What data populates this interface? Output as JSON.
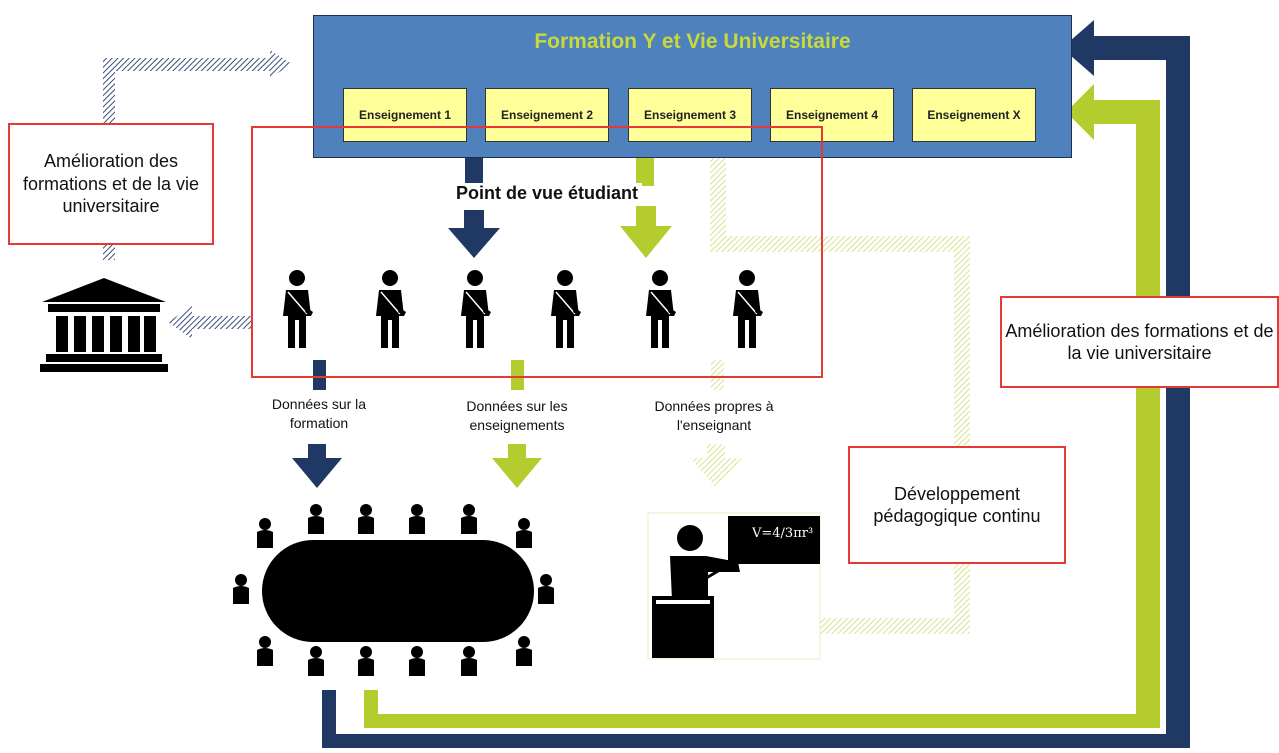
{
  "banner": {
    "title": "Formation Y et Vie Universitaire",
    "courses": [
      "Enseignement 1",
      "Enseignement 2",
      "Enseignement 3",
      "Enseignement 4",
      "Enseignement X"
    ]
  },
  "labels": {
    "left_improvement": "Amélioration des formations et de la vie universitaire",
    "right_improvement": "Amélioration des formations et de la vie universitaire",
    "student_view": "Point de vue étudiant",
    "data_program": "Données sur la formation",
    "data_courses": "Données sur les enseignements",
    "data_teacher": "Données propres à l'enseignant",
    "pedagogical_dev": "Développement pédagogique continu",
    "formula": "V=4/3πr³"
  },
  "colors": {
    "navy": "#1f3864",
    "lime": "#b5cc2e",
    "pale_lime": "#e3ebb0",
    "banner": "#4f81bd",
    "banner_title": "#c9d93b",
    "course_bg": "#ffff99",
    "red": "#e53935"
  },
  "icons": [
    "building-icon",
    "student-icon",
    "meeting-table-icon",
    "teacher-icon"
  ]
}
